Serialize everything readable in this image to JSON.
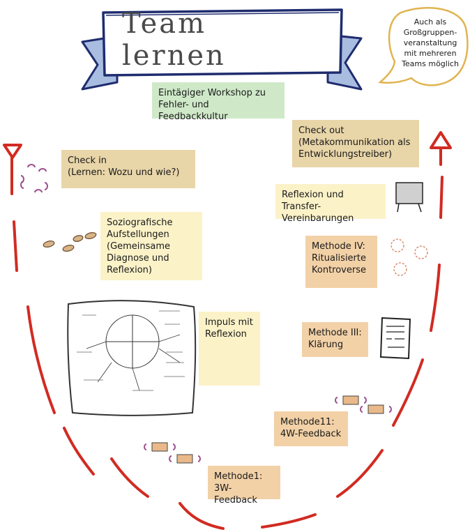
{
  "title": "Team lernen",
  "speech_bubble": "Auch als\nGroßgruppen-\nveranstaltung\nmit mehreren\nTeams möglich",
  "subtitle": "Eintägiger Workshop zu\nFehler- und Feedbackkultur",
  "steps": {
    "check_in": "Check in\n(Lernen: Wozu und wie?)",
    "soziografische": "Soziografische\nAufstellungen\n(Gemeinsame\nDiagnose und\nReflexion)",
    "impuls": "Impuls mit\nReflexion",
    "methode1": "Methode1:\n3W-Feedback",
    "methode2": "Methode11:\n4W-Feedback",
    "methode3": "Methode III:\nKlärung",
    "methode4": "Methode IV:\nRitualisierte\nKontroverse",
    "reflexion": "Reflexion und Transfer-\nVereinbarungen",
    "check_out": "Check out\n(Metakommunikation als\nEntwicklungstreiber)"
  },
  "colors": {
    "arrow": "#d12b22",
    "banner_border": "#1f2c6e",
    "banner_fill": "#a8bde0",
    "people": "#9c4d8e",
    "tan": "#e8d5a8",
    "yellow": "#fbf2c8",
    "orange": "#f2d1a7",
    "green": "#cfe9c8"
  },
  "icons": [
    "people-circle-icon",
    "footprints-icon",
    "mindmap-sketch-icon",
    "table-group-icon",
    "document-icon",
    "flipchart-icon",
    "people-cluster-icon"
  ]
}
